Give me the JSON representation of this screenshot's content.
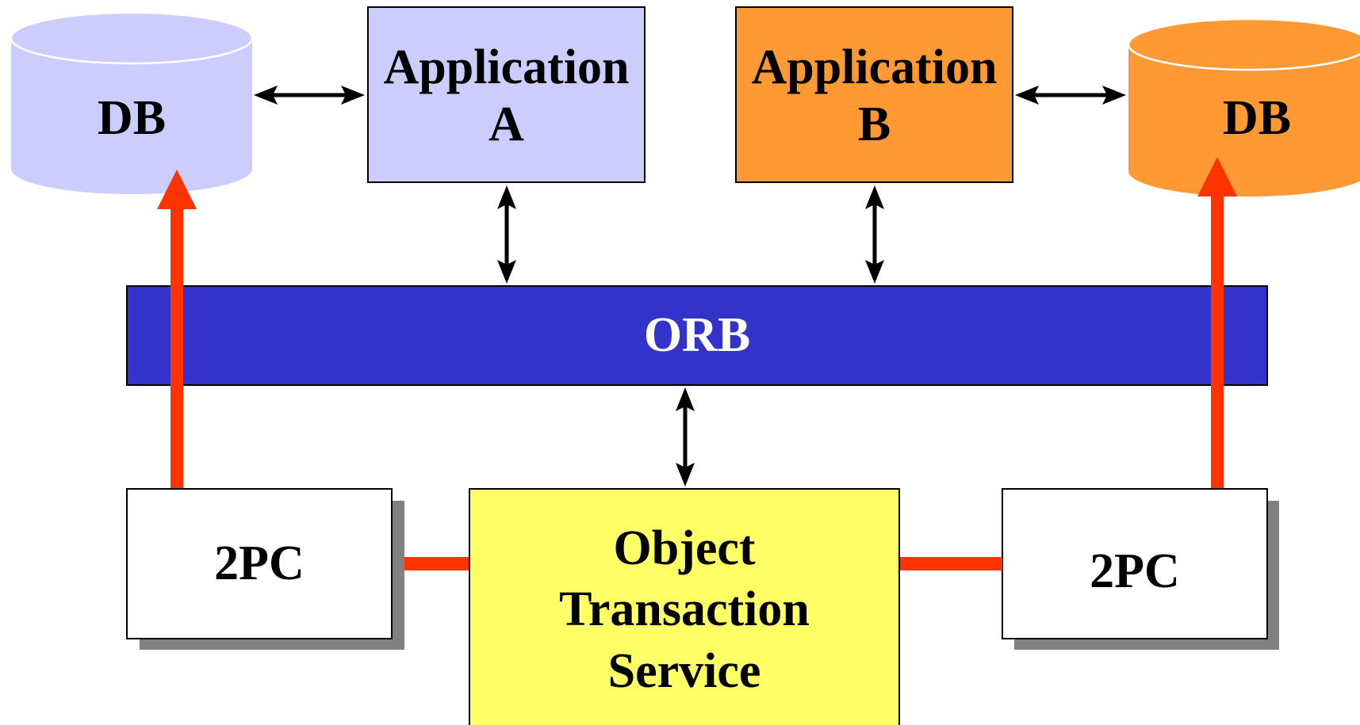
{
  "nodes": {
    "db_left": {
      "label": "DB"
    },
    "db_right": {
      "label": "DB"
    },
    "app_a": {
      "label": "Application\nA"
    },
    "app_b": {
      "label": "Application\nB"
    },
    "orb": {
      "label": "ORB"
    },
    "twopc_left": {
      "label": "2PC"
    },
    "twopc_right": {
      "label": "2PC"
    },
    "ots": {
      "label": "Object\nTransaction\nService"
    }
  },
  "colors": {
    "app_a_fill": "#ccccff",
    "db_left_fill": "#ccccff",
    "app_b_fill": "#ff9933",
    "db_right_fill": "#ff9933",
    "orb_fill": "#3333cc",
    "orb_text": "#ffffff",
    "ots_fill": "#ffff66",
    "twopc_fill": "#ffffff",
    "shadow": "#808080",
    "commit_arrow": "#ff3300",
    "link_arrow": "#000000"
  }
}
